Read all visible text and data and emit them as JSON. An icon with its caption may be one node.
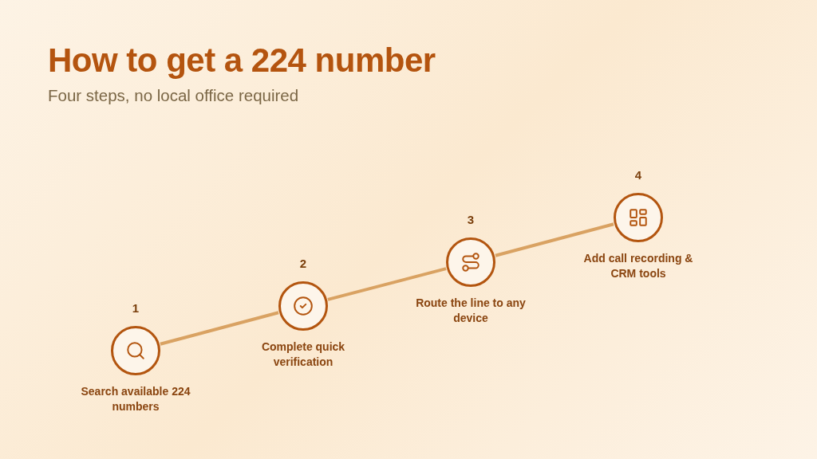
{
  "diagram": {
    "title": "How to get a 224 number",
    "caption": "Four steps, no local office required",
    "nodes": [
      {
        "text": [],
        "shape": "circle",
        "beside": [
          "1",
          "Search available 224 numbers"
        ]
      },
      {
        "text": [],
        "shape": "circle",
        "beside": [
          "2",
          "Complete quick verification"
        ]
      },
      {
        "text": [],
        "shape": "circle",
        "beside": [
          "3",
          "Route the line to any device"
        ]
      },
      {
        "text": [],
        "shape": "circle",
        "beside": [
          "4",
          "Add call recording & CRM tools"
        ]
      }
    ],
    "edges": [
      {
        "from": 0,
        "to": 1,
        "arrow": "none"
      },
      {
        "from": 1,
        "to": 2,
        "arrow": "none"
      },
      {
        "from": 2,
        "to": 3,
        "arrow": "none"
      }
    ]
  }
}
